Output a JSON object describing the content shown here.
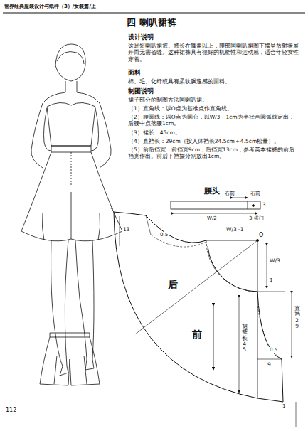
{
  "diagram": {
    "title": "四  喇叭裙裤",
    "labels": [
      "世界经典服装设计与纸样（3）/女装篇/上",
      "设计说明",
      "这是短喇叭裙裤。裤长在膝盖以上，腰部同喇叭裙图下摆呈放射状展开而无需省缝。这种裙裤具有很好的机能性和运动感，适合年轻女性穿着。",
      "面料",
      "棉、毛、化纤或具有柔软飘逸感的面料。",
      "制图说明",
      "裙子部分的制图方法同喇叭裙。",
      "（1）直角线：以O点为基准点作直角线。",
      "（2）腰圆线：以O点为圆心，以W/3－1cm为半径画圆弧线定出，后腰中点落腰1cm。",
      "（3）裙长：45cm。",
      "（4）直裆长：29cm（按人体裆长24.5cm＋4.5cm松量）。",
      "（5）前后裆宽：前裆宽9cm，后裆宽13cm，参考英本裙裤的前后裆宽作出。前后下裆摆分别放出1cm。",
      "腰头",
      "右前",
      "右前",
      "3",
      "3 搭门",
      "W/2",
      "1",
      "13",
      "0.5",
      "W/3 -1",
      "O",
      "W/3",
      "1",
      "后",
      "前",
      "直裆29",
      "裙裤长45",
      "0.5",
      "9",
      "1",
      "112"
    ]
  }
}
